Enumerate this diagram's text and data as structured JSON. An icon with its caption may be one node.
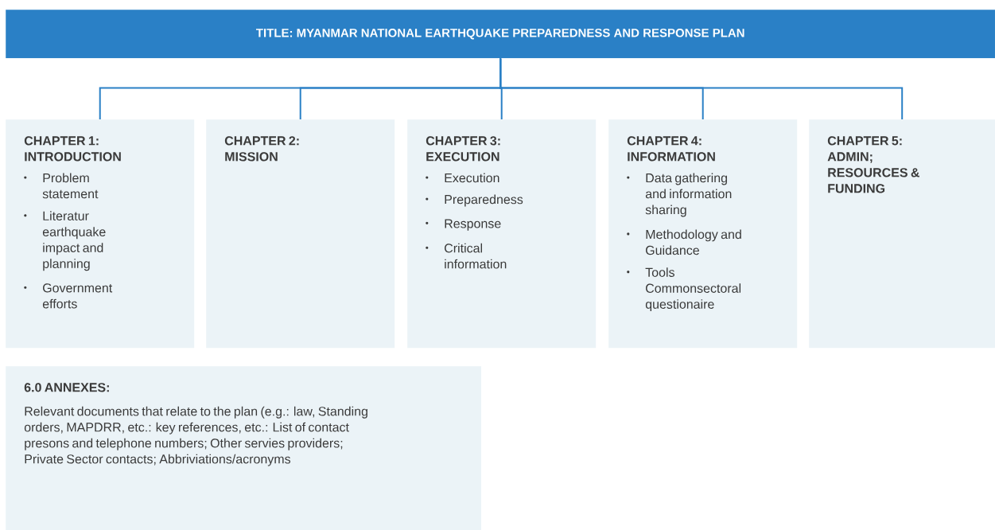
{
  "diagram": {
    "nodes": [
      {
        "text": [
          "TITLE: MYANMAR NATIONAL EARTHQUAKE PREPAREDNESS AND RESPONSE PLAN"
        ]
      },
      {
        "text": [
          "CHAPTER 1: INTRODUCTION",
          "Problem statement",
          "Literatur earthquake impact and planning",
          "Government efforts"
        ]
      },
      {
        "text": [
          "CHAPTER 2: MISSION"
        ]
      },
      {
        "text": [
          "CHAPTER 3: EXECUTION",
          "Execution",
          "Preparedness",
          "Response",
          "Critical information"
        ]
      },
      {
        "text": [
          "CHAPTER 4: INFORMATION",
          "Data gathering and information sharing",
          "Methodology and Guidance",
          "Tools Commonsectoral questionaire"
        ]
      },
      {
        "text": [
          "CHAPTER 5: ADMIN; RESOURCES & FUNDING"
        ]
      },
      {
        "text": [
          "6.0 ANNEXES:",
          "Relevant documents that relate to the plan (e.g.: law, Standing orders, MAPDRR, etc.: key references, etc.: List of contact presons and telephone numbers; Other servies providers; Private Sector contacts; Abbriviations/acronyms"
        ]
      }
    ],
    "edges": [
      {
        "from": 0,
        "to": 1,
        "arrow": "none"
      },
      {
        "from": 0,
        "to": 2,
        "arrow": "none"
      },
      {
        "from": 0,
        "to": 3,
        "arrow": "none"
      },
      {
        "from": 0,
        "to": 4,
        "arrow": "none"
      },
      {
        "from": 0,
        "to": 5,
        "arrow": "none"
      }
    ]
  }
}
